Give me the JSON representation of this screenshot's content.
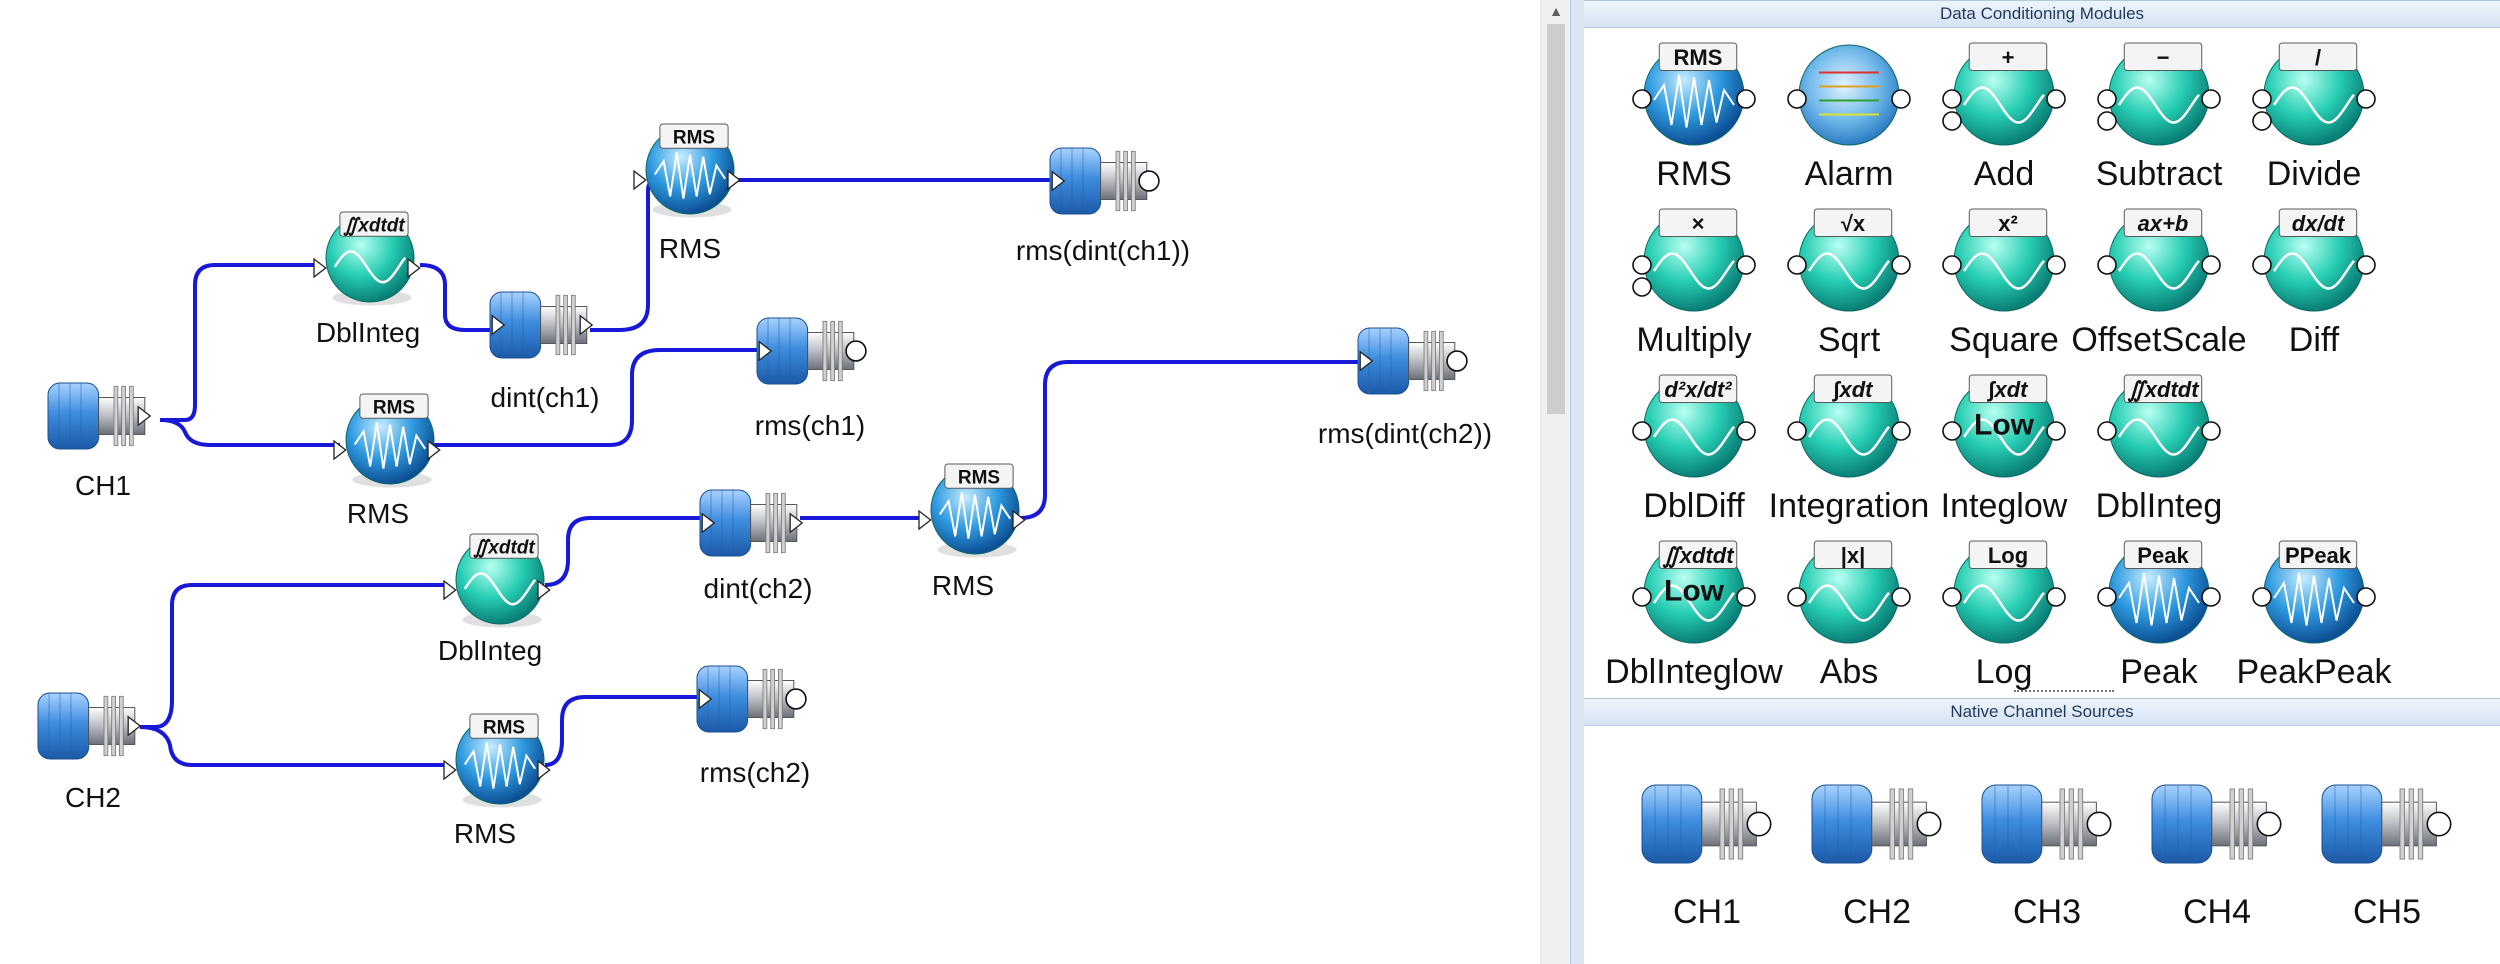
{
  "canvas": {
    "nodes": {
      "ch1": {
        "label": "CH1",
        "icon": "channel-source-icon"
      },
      "ch2": {
        "label": "CH2",
        "icon": "channel-source-icon"
      },
      "dblinteg1": {
        "label": "DblInteg",
        "icon": "double-integral-icon",
        "badge": "∬xdtdt"
      },
      "dblinteg2": {
        "label": "DblInteg",
        "icon": "double-integral-icon",
        "badge": "∬xdtdt"
      },
      "rms1": {
        "label": "RMS",
        "icon": "rms-icon",
        "badge": "RMS"
      },
      "rms2": {
        "label": "RMS",
        "icon": "rms-icon",
        "badge": "RMS"
      },
      "rms3": {
        "label": "RMS",
        "icon": "rms-icon",
        "badge": "RMS"
      },
      "rms4": {
        "label": "RMS",
        "icon": "rms-icon",
        "badge": "RMS"
      },
      "dint_ch1": {
        "label": "dint(ch1)",
        "icon": "channel-connector-icon"
      },
      "dint_ch2": {
        "label": "dint(ch2)",
        "icon": "channel-connector-icon"
      },
      "rms_ch1": {
        "label": "rms(ch1)",
        "icon": "output-channel-icon"
      },
      "rms_ch2": {
        "label": "rms(ch2)",
        "icon": "output-channel-icon"
      },
      "rms_dint_ch1": {
        "label": "rms(dint(ch1))",
        "icon": "output-channel-icon"
      },
      "rms_dint_ch2": {
        "label": "rms(dint(ch2))",
        "icon": "output-channel-icon"
      }
    },
    "wire_color": "#1818d8"
  },
  "panel": {
    "modules_header": "Data Conditioning Modules",
    "modules": [
      {
        "label": "RMS",
        "badge": "RMS",
        "icon": "rms-module-icon",
        "style": "blue"
      },
      {
        "label": "Alarm",
        "badge": "",
        "icon": "alarm-module-icon",
        "style": "alarm"
      },
      {
        "label": "Add",
        "badge": "+",
        "icon": "add-module-icon",
        "style": "teal"
      },
      {
        "label": "Subtract",
        "badge": "−",
        "icon": "subtract-module-icon",
        "style": "teal"
      },
      {
        "label": "Divide",
        "badge": "/",
        "icon": "divide-module-icon",
        "style": "teal"
      },
      {
        "label": "Multiply",
        "badge": "×",
        "icon": "multiply-module-icon",
        "style": "teal"
      },
      {
        "label": "Sqrt",
        "badge": "√x",
        "icon": "sqrt-module-icon",
        "style": "teal"
      },
      {
        "label": "Square",
        "badge": "x²",
        "icon": "square-module-icon",
        "style": "teal"
      },
      {
        "label": "OffsetScale",
        "badge": "ax+b",
        "icon": "offset-scale-module-icon",
        "style": "teal"
      },
      {
        "label": "Diff",
        "badge": "dx/dt",
        "icon": "diff-module-icon",
        "style": "teal"
      },
      {
        "label": "DblDiff",
        "badge": "d²x/dt²",
        "icon": "double-diff-module-icon",
        "style": "teal"
      },
      {
        "label": "Integration",
        "badge": "∫xdt",
        "icon": "integration-module-icon",
        "style": "teal"
      },
      {
        "label": "Integlow",
        "badge": "∫xdt",
        "icon": "integlow-module-icon",
        "style": "teal",
        "inner": "Low"
      },
      {
        "label": "DblInteg",
        "badge": "∬xdtdt",
        "icon": "double-integral-module-icon",
        "style": "teal"
      },
      {
        "label": "DblInteglow",
        "badge": "∬xdtdt",
        "icon": "double-integlow-module-icon",
        "style": "teal",
        "inner": "Low"
      },
      {
        "label": "Abs",
        "badge": "|x|",
        "icon": "abs-module-icon",
        "style": "teal"
      },
      {
        "label": "Log",
        "badge": "Log",
        "icon": "log-module-icon",
        "style": "teal"
      },
      {
        "label": "Peak",
        "badge": "Peak",
        "icon": "peak-module-icon",
        "style": "blue"
      },
      {
        "label": "PeakPeak",
        "badge": "PPeak",
        "icon": "peak-peak-module-icon",
        "style": "blue"
      }
    ],
    "sources_header": "Native Channel Sources",
    "sources": [
      {
        "label": "CH1",
        "icon": "channel-source-icon"
      },
      {
        "label": "CH2",
        "icon": "channel-source-icon"
      },
      {
        "label": "CH3",
        "icon": "channel-source-icon"
      },
      {
        "label": "CH4",
        "icon": "channel-source-icon"
      },
      {
        "label": "CH5",
        "icon": "channel-source-icon"
      }
    ]
  },
  "colors": {
    "wire": "#1818d8",
    "teal": "#20c9b0",
    "blue": "#2a8fd8",
    "connector": "#3d86d6"
  }
}
